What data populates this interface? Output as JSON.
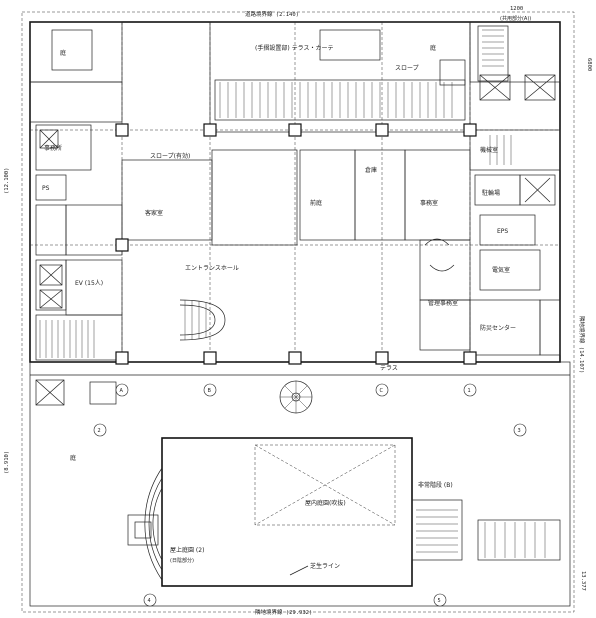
{
  "top_edge_label": "道路境界線 (2.140)",
  "bottom_edge_label": "隣地境界線 (29.932)",
  "left_edge_label": "(12.100)",
  "left_edge_label_2": "(8.910)",
  "right_edge_label": "隣地境界線 (14.107)",
  "right_edge_label_2": "13.377",
  "top_right_dim": "1200",
  "top_right_note": "(共用部分(A))",
  "right_dim_top": "6800",
  "north_rooms": {
    "terrace_top": "(手摺設置部) テラス・カーテ",
    "stair_label": "スロープ",
    "garden_label": "庭",
    "slope_label": "スロープ(有効)"
  },
  "rooms": [
    {
      "label": "庭",
      "id": "garden-nw"
    },
    {
      "label": "事務所",
      "id": "office-left"
    },
    {
      "label": "客家室",
      "id": "guest-room"
    },
    {
      "label": "前庭",
      "id": "front-garden"
    },
    {
      "label": "電気室",
      "id": "electric-room"
    },
    {
      "label": "EPS",
      "id": "eps"
    },
    {
      "label": "PS",
      "id": "ps"
    },
    {
      "label": "EV",
      "id": "ev"
    },
    {
      "label": "エントランスホール",
      "id": "entrance-hall"
    },
    {
      "label": "事務室",
      "id": "office-main"
    },
    {
      "label": "庭",
      "id": "garden-south"
    },
    {
      "label": "機械室",
      "id": "machine-room"
    },
    {
      "label": "倉庫",
      "id": "storage"
    },
    {
      "label": "駐輪場",
      "id": "bike-parking"
    },
    {
      "label": "防災センター",
      "id": "disaster-center"
    },
    {
      "label": "管理事務室",
      "id": "mgmt-office"
    },
    {
      "label": "テラス",
      "id": "terrace-bottom"
    }
  ],
  "center_court_label": "屋内庭園(吹抜)",
  "pool_label": "屋上庭園 (2)",
  "pool_sublabel": "(日陰部分)",
  "lawn_line_label": "芝生ライン",
  "stair_south_label": "非常階段 (B)",
  "ev_capacity": "EV (15人)",
  "marks": [
    "A",
    "B",
    "C",
    "1",
    "2",
    "3",
    "4",
    "5"
  ]
}
